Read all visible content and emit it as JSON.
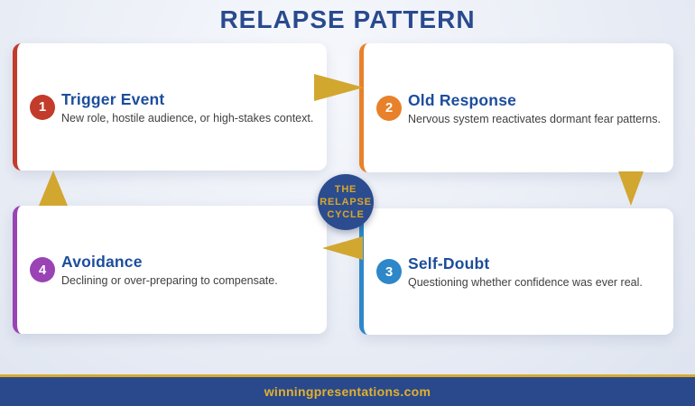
{
  "title": "RELAPSE PATTERN",
  "center_circle": {
    "line1": "THE",
    "line2": "RELAPSE",
    "line3": "CYCLE"
  },
  "cards": [
    {
      "number": "1",
      "heading": "Trigger Event",
      "body": "New role, hostile audience, or high-stakes context.",
      "color": "#c23b2b"
    },
    {
      "number": "2",
      "heading": "Old Response",
      "body": "Nervous system reactivates dormant fear patterns.",
      "color": "#e8812a"
    },
    {
      "number": "3",
      "heading": "Self-Doubt",
      "body": "Questioning whether confidence was ever real.",
      "color": "#2d87c8"
    },
    {
      "number": "4",
      "heading": "Avoidance",
      "body": "Declining or over-preparing to compensate.",
      "color": "#9943b4"
    }
  ],
  "footer": {
    "website": "winningpresentations.com"
  },
  "colors": {
    "navy": "#29498c",
    "gold": "#d2a72f",
    "title_navy": "#2a4a8e",
    "heading_blue": "#1c4d9c",
    "body_text": "#3f3f3f",
    "background": "#e9edf6",
    "card_background": "#ffffff"
  }
}
